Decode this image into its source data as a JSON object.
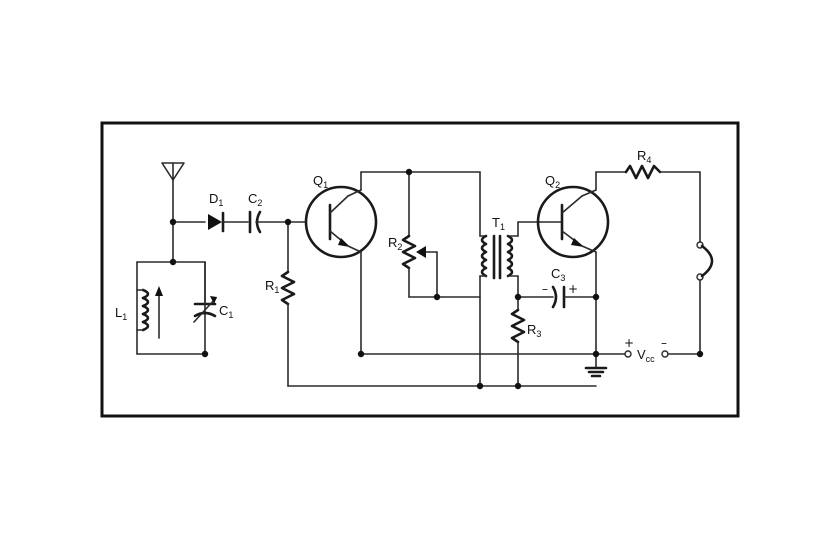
{
  "components": {
    "d1": {
      "main": "D",
      "sub": "1"
    },
    "c2": {
      "main": "C",
      "sub": "2"
    },
    "q1": {
      "main": "Q",
      "sub": "1"
    },
    "q2": {
      "main": "Q",
      "sub": "2"
    },
    "r1": {
      "main": "R",
      "sub": "1"
    },
    "r2": {
      "main": "R",
      "sub": "2"
    },
    "r3": {
      "main": "R",
      "sub": "3"
    },
    "r4": {
      "main": "R",
      "sub": "4"
    },
    "t1": {
      "main": "T",
      "sub": "1"
    },
    "c3": {
      "main": "C",
      "sub": "3"
    },
    "l1": {
      "main": "L",
      "sub": "1"
    },
    "c1": {
      "main": "C",
      "sub": "1"
    },
    "vcc": {
      "main": "V",
      "sub": "cc"
    }
  },
  "signs": {
    "c3_minus": "–",
    "c3_plus": "+",
    "vcc_plus": "+",
    "vcc_minus": "–"
  },
  "icons": {
    "antenna": "antenna-icon",
    "ground": "ground-icon",
    "earphone": "earphone-icon"
  }
}
